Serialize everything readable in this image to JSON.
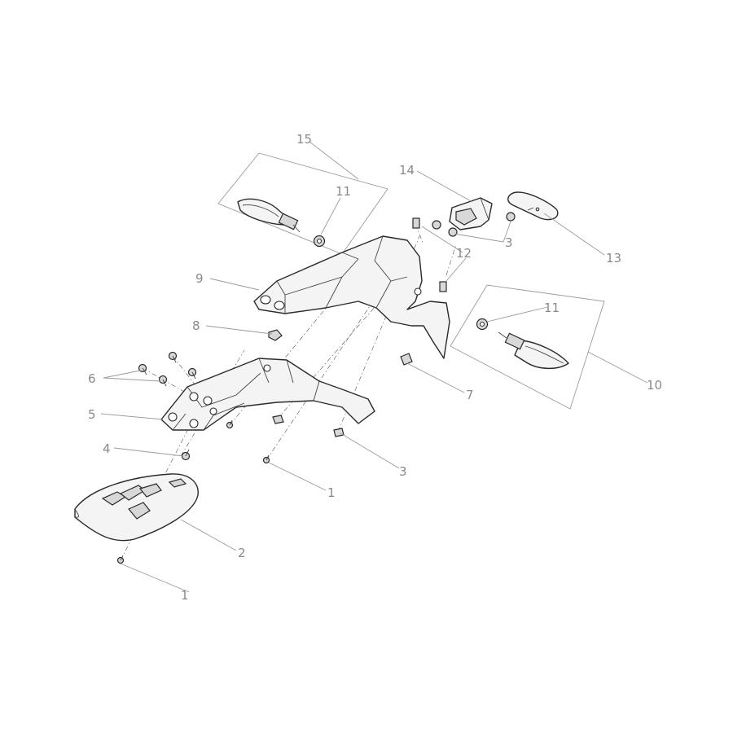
{
  "callouts": {
    "c1a": "1",
    "c1b": "1",
    "c2": "2",
    "c3a": "3",
    "c3b": "3",
    "c4": "4",
    "c5": "5",
    "c6": "6",
    "c7": "7",
    "c8": "8",
    "c9": "9",
    "c10": "10",
    "c11a": "11",
    "c11b": "11",
    "c12": "12",
    "c13": "13",
    "c14": "14",
    "c15": "15"
  }
}
